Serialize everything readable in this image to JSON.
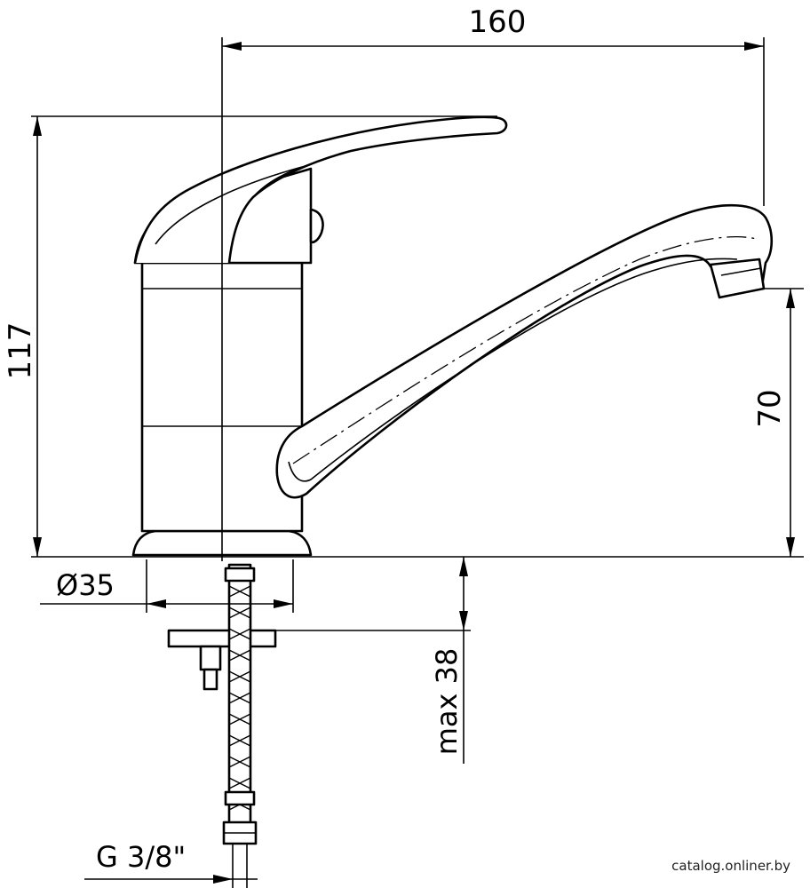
{
  "dimensions": {
    "width_label": "160",
    "height_label": "117",
    "spout_height_label": "70",
    "base_diameter_label": "Ø35",
    "max_thickness_label": "max 38",
    "thread_label": "G 3/8\""
  },
  "watermark": "catalog.onliner.by"
}
